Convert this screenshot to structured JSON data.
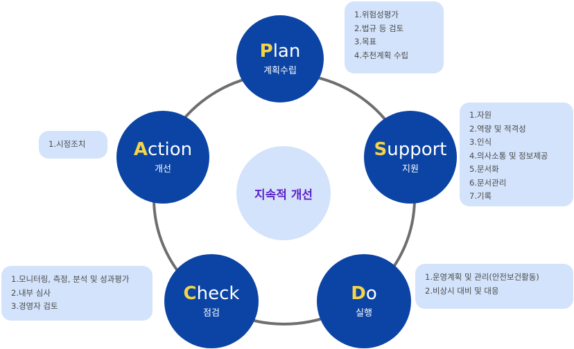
{
  "center_label": "지속적 개선",
  "phases": {
    "plan": {
      "initial": "P",
      "rest": "lan",
      "subtitle": "계획수립",
      "items": [
        "1.위험성평가",
        "2.법규 등 검토",
        "3.목표",
        "4.추천계획 수립"
      ]
    },
    "support": {
      "initial": "S",
      "rest": "upport",
      "subtitle": "지원",
      "items": [
        "1.자원",
        "2.역량 및 적격성",
        "3.인식",
        "4.의사소통 및 정보제공",
        "5.문서화",
        "6.문서관리",
        "7.기록"
      ]
    },
    "do": {
      "initial": "D",
      "rest": "o",
      "subtitle": "실행",
      "items": [
        "1.운영계획 및 관리(안전보건활동)",
        "2.비상시 대비 및 대응"
      ]
    },
    "check": {
      "initial": "C",
      "rest": "heck",
      "subtitle": "점검",
      "items": [
        "1.모니터링, 측정, 분석 및 성과평가",
        "2.내부 심사",
        "3.경영자 검토"
      ]
    },
    "action": {
      "initial": "A",
      "rest": "ction",
      "subtitle": "개선",
      "items": [
        "1.시정조치"
      ]
    }
  },
  "colors": {
    "node": "#0b44a4",
    "initial": "#f5d548",
    "box": "#d3e3fb",
    "center_text": "#5b1fc8",
    "ring": "#6e6e6e"
  }
}
